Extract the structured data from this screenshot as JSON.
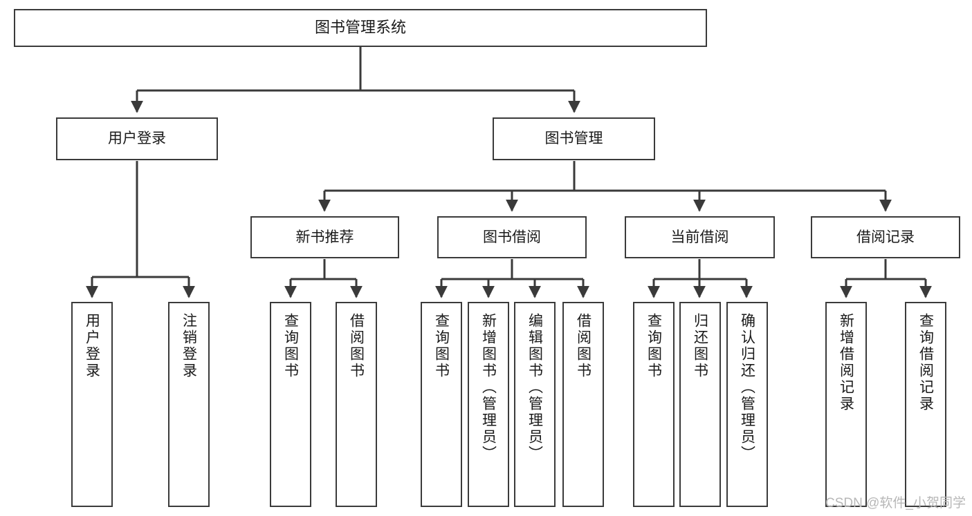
{
  "diagram": {
    "type": "tree-hierarchy",
    "title": "图书管理系统",
    "watermark": "CSDN @软件_小贺同学",
    "colors": {
      "node_border": "#3a3a3a",
      "node_fill": "#ffffff",
      "edge": "#3a3a3a",
      "text": "#1a1a1a",
      "watermark": "#b7b7b7",
      "background": "#ffffff"
    },
    "nodes": {
      "root": {
        "label": "图书管理系统"
      },
      "level2": [
        {
          "id": "user-login",
          "label": "用户登录"
        },
        {
          "id": "book-manage",
          "label": "图书管理"
        }
      ],
      "level3": [
        {
          "id": "new-book-recommend",
          "label": "新书推荐"
        },
        {
          "id": "book-borrow",
          "label": "图书借阅"
        },
        {
          "id": "current-borrow",
          "label": "当前借阅"
        },
        {
          "id": "borrow-record",
          "label": "借阅记录"
        }
      ],
      "leaves": {
        "user_login": [
          {
            "id": "leaf-user-login",
            "label": "用户登录"
          },
          {
            "id": "leaf-logout-login",
            "label": "注销登录"
          }
        ],
        "new_book_recommend": [
          {
            "id": "leaf-query-book-1",
            "label": "查询图书"
          },
          {
            "id": "leaf-borrow-book-1",
            "label": "借阅图书"
          }
        ],
        "book_borrow": [
          {
            "id": "leaf-query-book-2",
            "label": "查询图书"
          },
          {
            "id": "leaf-add-book",
            "label": "新增图书（管理员）"
          },
          {
            "id": "leaf-edit-book",
            "label": "编辑图书（管理员）"
          },
          {
            "id": "leaf-borrow-book-2",
            "label": "借阅图书"
          }
        ],
        "current_borrow": [
          {
            "id": "leaf-query-book-3",
            "label": "查询图书"
          },
          {
            "id": "leaf-return-book",
            "label": "归还图书"
          },
          {
            "id": "leaf-confirm-return",
            "label": "确认归还（管理员）"
          }
        ],
        "borrow_record": [
          {
            "id": "leaf-add-record",
            "label": "新增借阅记录"
          },
          {
            "id": "leaf-query-record",
            "label": "查询借阅记录"
          }
        ]
      }
    }
  }
}
